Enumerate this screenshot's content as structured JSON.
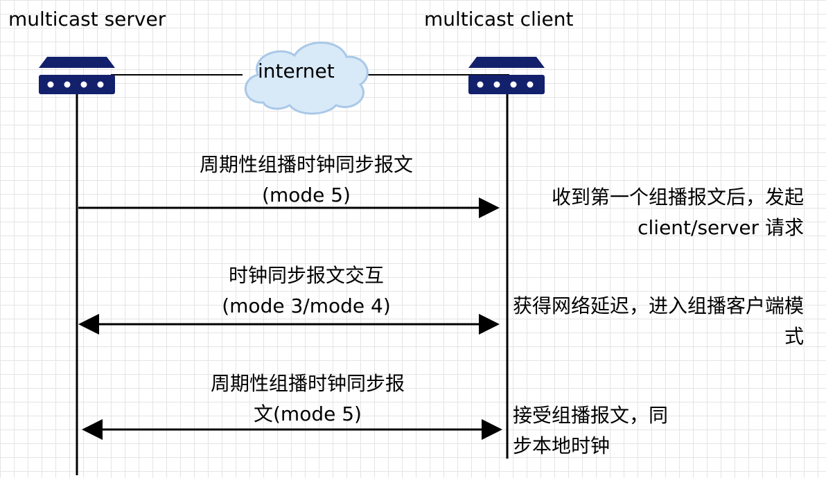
{
  "nodes": {
    "server_title": "multicast server",
    "client_title": "multicast client",
    "cloud_label": "internet"
  },
  "messages": [
    {
      "label": "周期性组播时钟同步报文(mode 5)",
      "direction": "server-to-client"
    },
    {
      "label": "时钟同步报文交互 (mode 3/mode 4)",
      "direction": "bidirectional"
    },
    {
      "label": "周期性组播时钟同步报文(mode 5)",
      "direction": "bidirectional"
    }
  ],
  "notes": [
    "收到第一个组播报文后，发起 client/server 请求",
    "获得网络延迟，进入组播客户端模式",
    "接受组播报文，同步本地时钟"
  ],
  "colors": {
    "device": "#13206c",
    "cloud_fill": "#d8e9f8",
    "cloud_stroke": "#a9c8e8",
    "line": "#000000"
  }
}
